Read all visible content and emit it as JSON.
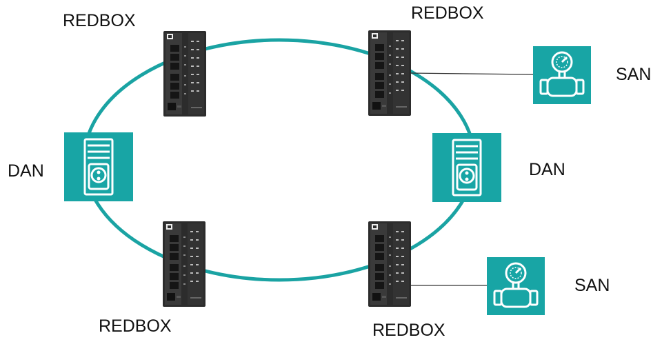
{
  "colors": {
    "ring": "#1aa3a3",
    "node_fill": "#18a5a5",
    "icon_stroke": "#ffffff",
    "device_body": "#2c2c2c",
    "link_line": "#333333"
  },
  "icons": {
    "dan": "server-tower-icon",
    "san": "pressure-gauge-icon",
    "redbox": "industrial-switch-icon"
  },
  "labels": {
    "redbox_top_left": "REDBOX",
    "redbox_top_right": "REDBOX",
    "redbox_bottom_left": "REDBOX",
    "redbox_bottom_right": "REDBOX",
    "dan_left": "DAN",
    "dan_right": "DAN",
    "san_top": "SAN",
    "san_bottom": "SAN"
  }
}
